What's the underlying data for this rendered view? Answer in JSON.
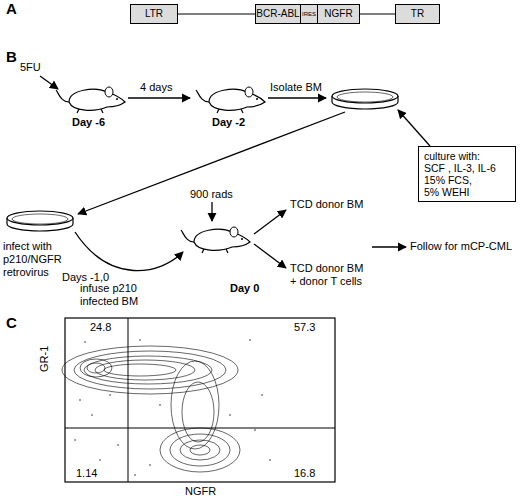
{
  "diagram": {
    "nodes": [
      {
        "text": [
          "LTR"
        ]
      },
      {
        "text": [
          "BCR-ABL"
        ]
      },
      {
        "text": [
          "IRES"
        ]
      },
      {
        "text": [
          "NGFR"
        ]
      },
      {
        "text": [
          "TR"
        ]
      },
      {
        "text": [
          "culture with:",
          "SCF , IL-3, IL-6",
          "15% FCS,",
          "5% WEHI"
        ]
      }
    ],
    "edges": [
      {
        "from": 0,
        "to": 1,
        "arrow": "none"
      },
      {
        "from": 3,
        "to": 4,
        "arrow": "none"
      }
    ],
    "labels": [
      "A",
      "B",
      "C",
      "5FU",
      "Day -6",
      "4 days",
      "Day -2",
      "Isolate BM",
      "infect with p210/NGFR retrovirus",
      "Days -1,0",
      "900 rads",
      "infuse p210 infected BM",
      "Day 0",
      "TCD donor BM",
      "TCD donor BM + donor T cells",
      "Follow for mCP-CML",
      "GR-1",
      "NGFR",
      "24.8",
      "57.3",
      "1.14",
      "16.8"
    ]
  }
}
